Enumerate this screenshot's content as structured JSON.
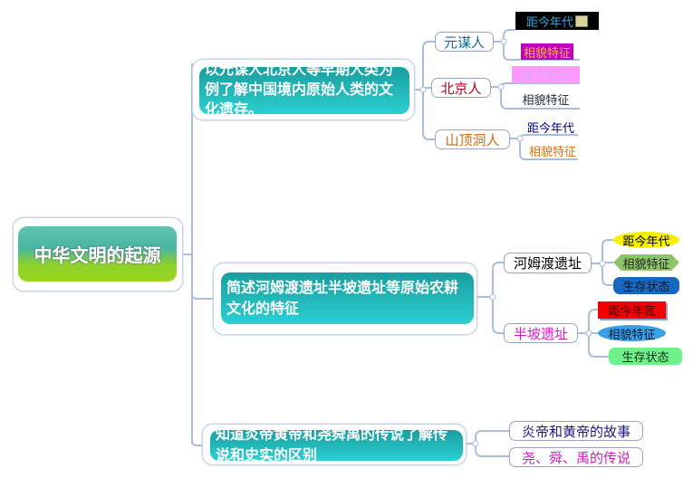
{
  "root": {
    "label": "中华文明的起源"
  },
  "branches": [
    {
      "label": "以元谋人北京人等早期人类为例了解中国境内原始人类的文化遗存。",
      "children": [
        {
          "label": "元谋人",
          "leaves": [
            "距今年代",
            "相貌特征"
          ]
        },
        {
          "label": "北京人",
          "leaves": [
            "距今年代",
            "相貌特征"
          ]
        },
        {
          "label": "山顶洞人",
          "leaves": [
            "距今年代",
            "相貌特征"
          ]
        }
      ]
    },
    {
      "label": "简述河姆渡遗址半坡遗址等原始农耕文化的特征",
      "children": [
        {
          "label": "河姆渡遗址",
          "leaves": [
            "距今年代",
            "相貌特征",
            "生存状态"
          ]
        },
        {
          "label": "半坡遗址",
          "leaves": [
            "距今年底",
            "相貌特征",
            "生存状态"
          ]
        }
      ]
    },
    {
      "label": "知道炎帝黄帝和尧舜禹的传说了解传说和史实的区别",
      "children": [
        {
          "label": "炎帝和黄帝的故事"
        },
        {
          "label": "尧、舜、禹的传说"
        }
      ]
    }
  ],
  "icons": {
    "note": "note-icon"
  },
  "colors": {
    "connector": "#a9bedc",
    "teal": "#22b8ba"
  }
}
